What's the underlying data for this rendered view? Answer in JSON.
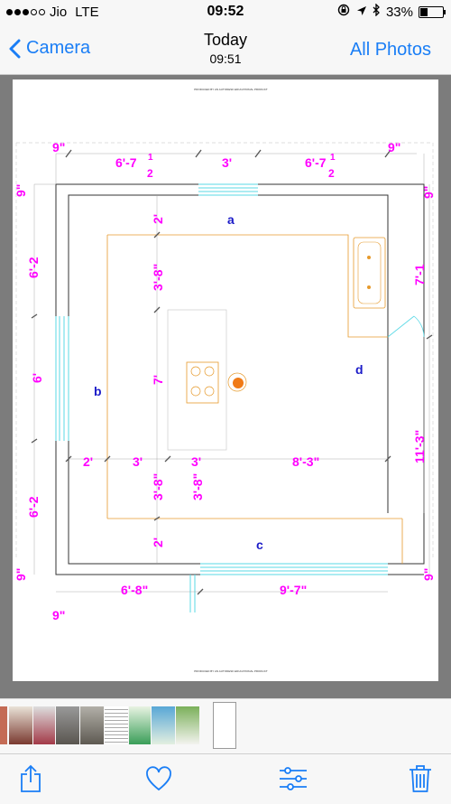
{
  "status_bar": {
    "carrier": "Jio",
    "network": "LTE",
    "time": "09:52",
    "battery": "33%",
    "battery_level": 0.33,
    "icons": [
      "rotation-lock-icon",
      "location-arrow-icon",
      "bluetooth-icon",
      "battery-icon"
    ]
  },
  "navbar": {
    "back_label": "Camera",
    "title": "Today",
    "subtitle": "09:51",
    "right_label": "All Photos"
  },
  "photo": {
    "header_note": "PRODUCED BY AN AUTODESK EDUCATIONAL PRODUCT",
    "footer_note": "PRODUCED BY AN AUTODESK EDUCATIONAL PRODUCT",
    "labels": {
      "a": "a",
      "b": "b",
      "c": "c",
      "d": "d"
    },
    "dims": {
      "top_left_9": "9\"",
      "top_right_9": "9\"",
      "top_span_left_whole": "6'-7",
      "top_span_right_whole": "6'-7",
      "frac_num": "1",
      "frac_den": "2",
      "top_window": "3'",
      "left_top_9": "9\"",
      "right_top_9": "9\"",
      "left_upper_whole": "6'-2",
      "left_window": "6'",
      "left_lower_whole": "6'-2",
      "right_upper_whole": "7'-1",
      "right_long": "11'-3\"",
      "inner_2_top": "2'",
      "inner_3_8_top": "3'-8\"",
      "inner_7": "7'",
      "row_2": "2'",
      "row_3a": "3'",
      "row_3b": "3'",
      "row_8_3": "8'-3\"",
      "inner_3_8_low_a": "3'-8\"",
      "inner_3_8_low_b": "3'-8\"",
      "inner_2_bottom": "2'",
      "bottom_left_9": "9\"",
      "bottom_right_9": "9\"",
      "bottom_6_8": "6'-8\"",
      "bottom_9_7": "9'-7\"",
      "bottom_9_below": "9\""
    }
  },
  "toolbar": {
    "icons": [
      "share-icon",
      "heart-icon",
      "adjust-icon",
      "trash-icon"
    ]
  },
  "colors": {
    "accent": "#1a7ef6",
    "dimension": "#ff00ff",
    "label": "#1c1cc8",
    "orange": "#e69a2c",
    "cyan": "#59d9e6"
  }
}
